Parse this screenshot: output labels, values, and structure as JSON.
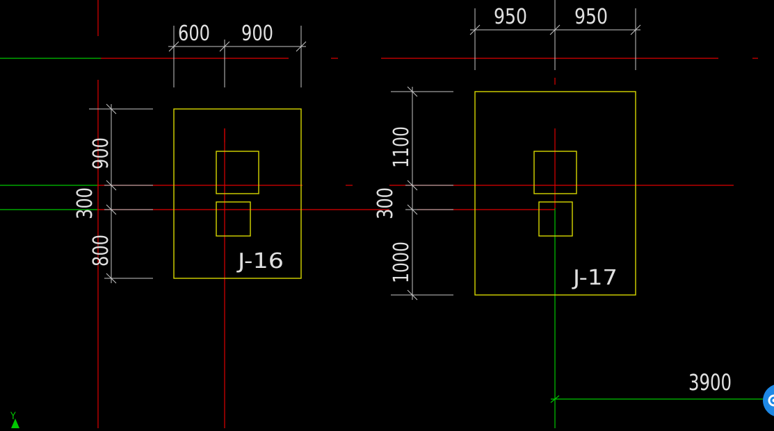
{
  "colors": {
    "background": "#000000",
    "axis_red": "#e00000",
    "axis_green": "#00c800",
    "footing_yellow": "#d8d800",
    "dimension_white": "#c8c8c8",
    "text_white": "#e0e0e0",
    "fab_blue": "#1e88e5"
  },
  "footing_j16": {
    "label": "J-16",
    "dim_left": "600",
    "dim_right": "900",
    "dim_top": "900",
    "dim_mid": "300",
    "dim_bottom": "800"
  },
  "footing_j17": {
    "label": "J-17",
    "dim_left": "950",
    "dim_right": "950",
    "dim_top": "1100",
    "dim_mid": "300",
    "dim_bottom": "1000"
  },
  "grid_dimension": "3900",
  "ucs_axis_label": "Y",
  "fab_icon": "gear-icon"
}
